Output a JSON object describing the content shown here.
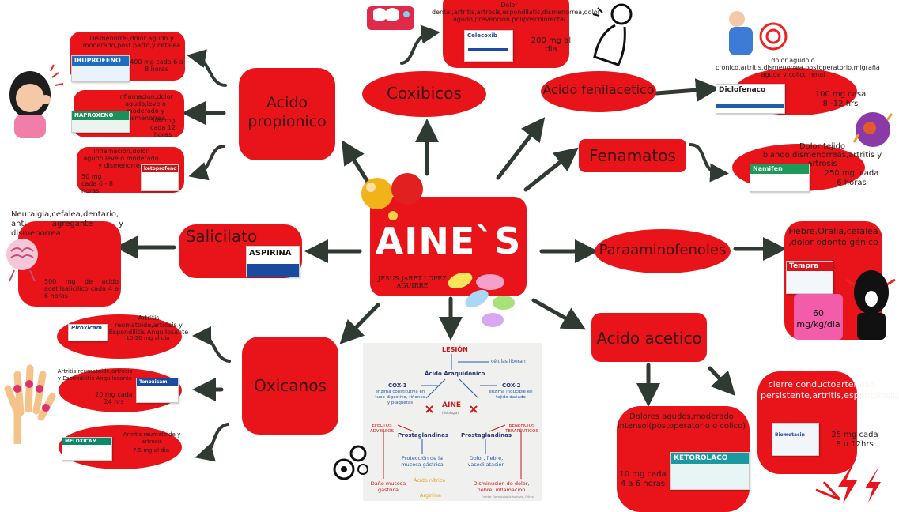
{
  "center": {
    "title": "AINE`S",
    "author": "JESUS JARET LOPEZ AGUIRRE"
  },
  "nodes": {
    "acido_propionico": "Acido propionico",
    "coxibicos": "Coxibicos",
    "acido_fenilacetico": "Acido fenilacetico",
    "fenamatos": "Fenamatos",
    "salicilato": "Salicilato",
    "paraaminofenoles": "Paraaminofenoles",
    "oxicanos": "Oxicanos",
    "acido_acetico": "Acido acetico"
  },
  "propionico_details": [
    {
      "indication": "Dismenorrei,dolor agudo y moderado,post parto,y cefalea",
      "dose": "400 mg cada 6 a 8 horas",
      "drug": "IBUPROFENO"
    },
    {
      "indication": "Inflamacion,dolor agudo,leve o moderado y dismenorrea",
      "dose": "500 mg cada 12 horas",
      "drug": "NAPROXENO"
    },
    {
      "indication": "Inflamacion,dolor agudo,leve o moderado y dismenorrea",
      "dose": "50 mg cada 6 - 8 horas",
      "drug": "ketoprofeno"
    }
  ],
  "coxib_detail": {
    "indication": "Dolor dental,artritis,artrosis,espondilatis,dismenorrea,dolor agudo,prevencion poliposcolorectal",
    "dose": "200 mg al dia",
    "drug": "Celecoxib"
  },
  "fenilacetico_detail": {
    "indication": "dolor agudo o cronico,artritis,dismenorrea,postoperatorio,migraña aguda y colico renal",
    "dose": "100 mg casa 8 -12 hrs",
    "drug": "Diclofenaco"
  },
  "fenamatos_detail": {
    "indication": "Dolor tejido blando,dismenorreas,artritis y artrosis",
    "dose": "250 mg. cada 6 horas",
    "drug": "Namifen"
  },
  "salicilato_detail": {
    "indication": "Neuralgia,cefalea,dentario, anti agregante y dismenorrea",
    "dose": "500 mg de acido acetilsalicilico cada 4 a 6 horas",
    "drug": "ASPIRINA"
  },
  "paraamino_detail": {
    "indication": "Fiebre,Oralia,cefalea ,dolor odonto génico",
    "dose": "60 mg/kg/dia",
    "drug": "Tempra"
  },
  "oxicanos_details": [
    {
      "indication": "Artritis reumatoide,artrosis y Espondilitis Anquilosante",
      "dose": "10-20 mg al dia",
      "drug": "Piroxicam"
    },
    {
      "indication": "Artritis reumatoide,artrosis y Espondilitis Anquilosante",
      "dose": "20 mg cada 24 hrs",
      "drug": "Tenoxicam"
    },
    {
      "indication": "Artritis reumatoide y artrosis",
      "dose": "7.5 mg al dia",
      "drug": "MELOXICAM"
    }
  ],
  "acetico_details": [
    {
      "indication": "Dolores agudos,moderado intensol(postoperatorio o colico)",
      "dose": "10 mg cada 4 a 6 horas",
      "drug": "KETOROLACO"
    },
    {
      "indication": "cierre conductoarterioso persistente,artritis,espondilosis,fiebre",
      "dose": "25 mg cada 8 u 12hrs",
      "drug": "Biometacin"
    }
  ],
  "pathway": {
    "lesion": "LESIÓN",
    "cells": "células liberan",
    "aa": "Ácido Araquidónico",
    "cox1": "COX-1",
    "cox1_desc": "enzima constitutiva en tubo digestivo, riñones y plaquetas",
    "cox2": "COX-2",
    "cox2_desc": "enzima inducible en tejido dañado",
    "aine": "AINE",
    "aine_sub": "(fisiología)",
    "adverse": "EFECTOS ADVERSOS",
    "benefits": "BENEFICIOS TERAPÉUTICOS",
    "pg": "Prostaglandinas",
    "protect": "Protección de la mucosa gástrica",
    "pain": "Dolor, fiebre, vasodilatación",
    "damage": "Daño mucosa gástrica",
    "nitric": "Ácido nítrico",
    "arginine": "Arginina",
    "reduce": "Disminución de dolor, fiebre, inflamación",
    "source": "Fuente: Farmacología humana, Flórez"
  },
  "colors": {
    "red": "#e8141a",
    "arrow": "#2f3b32",
    "text_dark": "#3a1010"
  }
}
